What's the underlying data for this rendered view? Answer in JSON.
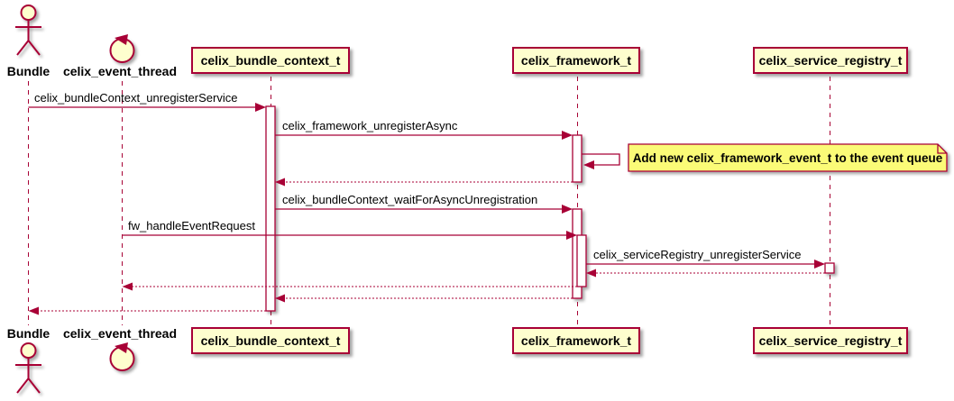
{
  "diagram": {
    "type": "uml-sequence-diagram",
    "participants": [
      {
        "id": "bundle",
        "type": "actor",
        "label": "Bundle"
      },
      {
        "id": "event-thread",
        "type": "control",
        "label": "celix_event_thread"
      },
      {
        "id": "bundle-context",
        "type": "participant",
        "label": "celix_bundle_context_t"
      },
      {
        "id": "framework",
        "type": "participant",
        "label": "celix_framework_t"
      },
      {
        "id": "service-registry",
        "type": "participant",
        "label": "celix_service_registry_t"
      }
    ],
    "messages": [
      {
        "seq": 1,
        "from": "Bundle",
        "to": "celix_bundle_context_t",
        "label": "celix_bundleContext_unregisterService",
        "style": "solid-call"
      },
      {
        "seq": 2,
        "from": "celix_bundle_context_t",
        "to": "celix_framework_t",
        "label": "celix_framework_unregisterAsync",
        "style": "solid-call"
      },
      {
        "seq": 3,
        "from": "celix_framework_t",
        "to": "celix_framework_t",
        "label": "",
        "style": "self-call"
      },
      {
        "seq": 4,
        "from": "celix_framework_t",
        "to": "celix_bundle_context_t",
        "label": "",
        "style": "dashed-return"
      },
      {
        "seq": 5,
        "from": "celix_bundle_context_t",
        "to": "celix_framework_t",
        "label": "celix_bundleContext_waitForAsyncUnregistration",
        "style": "solid-call"
      },
      {
        "seq": 6,
        "from": "celix_event_thread",
        "to": "celix_framework_t",
        "label": "fw_handleEventRequest",
        "style": "solid-call"
      },
      {
        "seq": 7,
        "from": "celix_framework_t",
        "to": "celix_service_registry_t",
        "label": "celix_serviceRegistry_unregisterService",
        "style": "solid-call"
      },
      {
        "seq": 8,
        "from": "celix_service_registry_t",
        "to": "celix_framework_t",
        "label": "",
        "style": "dashed-return"
      },
      {
        "seq": 9,
        "from": "celix_framework_t",
        "to": "celix_event_thread",
        "label": "",
        "style": "dashed-return"
      },
      {
        "seq": 10,
        "from": "celix_framework_t",
        "to": "celix_bundle_context_t",
        "label": "",
        "style": "dashed-return"
      },
      {
        "seq": 11,
        "from": "celix_bundle_context_t",
        "to": "Bundle",
        "label": "",
        "style": "dashed-return"
      }
    ],
    "note": {
      "text": "Add new celix_framework_event_t to the event queue",
      "attached_to": "celix_framework_t"
    },
    "colors": {
      "line": "#A80036",
      "participant_fill": "#FEFECE",
      "note_fill": "#FBFB77",
      "activation_fill": "#FFFFFF",
      "text": "#000000",
      "background": "#FFFFFF"
    }
  }
}
